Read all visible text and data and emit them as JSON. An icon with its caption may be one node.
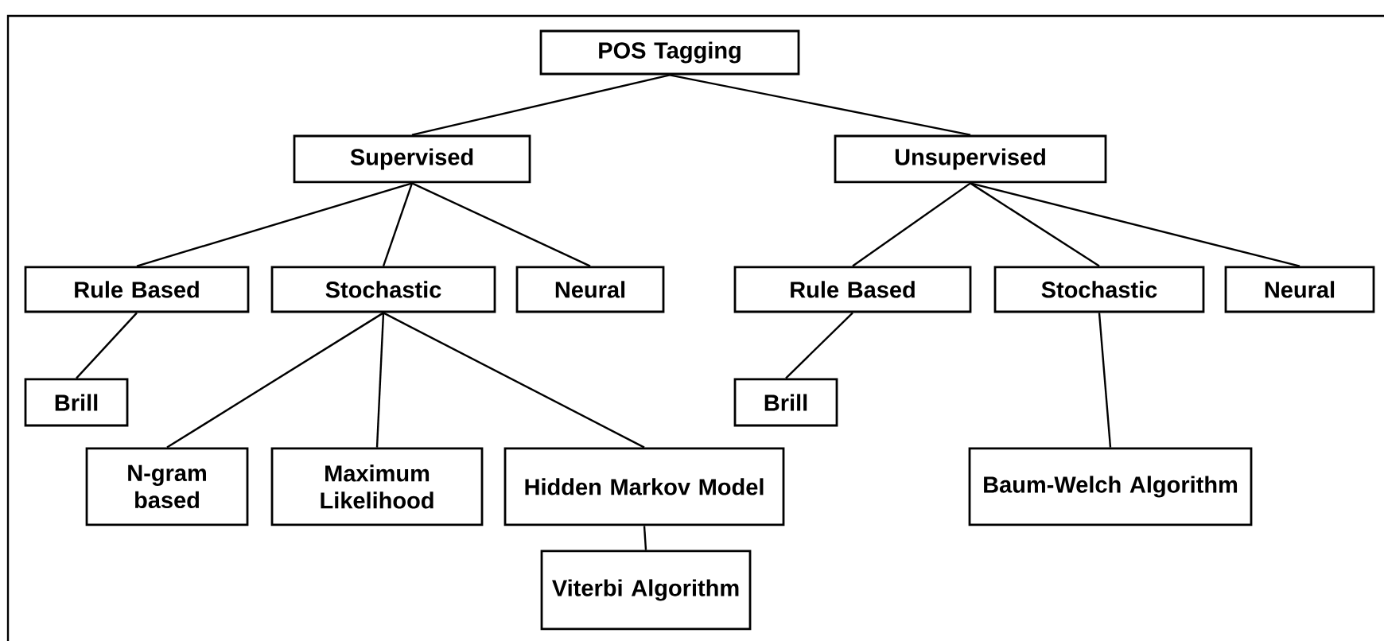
{
  "diagram": {
    "nodes": [
      {
        "text": [
          "POS Tagging"
        ]
      },
      {
        "text": [
          "Supervised"
        ]
      },
      {
        "text": [
          "Unsupervised"
        ]
      },
      {
        "text": [
          "Rule Based"
        ]
      },
      {
        "text": [
          "Stochastic"
        ]
      },
      {
        "text": [
          "Neural"
        ]
      },
      {
        "text": [
          "Brill"
        ]
      },
      {
        "text": [
          "N-gram based"
        ]
      },
      {
        "text": [
          "Maximum Likelihood"
        ]
      },
      {
        "text": [
          "Hidden Markov Model"
        ]
      },
      {
        "text": [
          "Viterbi Algorithm"
        ]
      },
      {
        "text": [
          "Rule Based"
        ]
      },
      {
        "text": [
          "Stochastic"
        ]
      },
      {
        "text": [
          "Neural"
        ]
      },
      {
        "text": [
          "Brill"
        ]
      },
      {
        "text": [
          "Baum-Welch Algorithm"
        ]
      }
    ],
    "edges": [
      {
        "from": 0,
        "to": 1,
        "arrow": "none"
      },
      {
        "from": 0,
        "to": 2,
        "arrow": "none"
      },
      {
        "from": 1,
        "to": 3,
        "arrow": "none"
      },
      {
        "from": 1,
        "to": 4,
        "arrow": "none"
      },
      {
        "from": 1,
        "to": 5,
        "arrow": "none"
      },
      {
        "from": 3,
        "to": 6,
        "arrow": "none"
      },
      {
        "from": 4,
        "to": 7,
        "arrow": "none"
      },
      {
        "from": 4,
        "to": 8,
        "arrow": "none"
      },
      {
        "from": 4,
        "to": 9,
        "arrow": "none"
      },
      {
        "from": 9,
        "to": 10,
        "arrow": "none"
      },
      {
        "from": 2,
        "to": 11,
        "arrow": "none"
      },
      {
        "from": 2,
        "to": 12,
        "arrow": "none"
      },
      {
        "from": 2,
        "to": 13,
        "arrow": "none"
      },
      {
        "from": 11,
        "to": 14,
        "arrow": "none"
      },
      {
        "from": 12,
        "to": 15,
        "arrow": "none"
      }
    ]
  }
}
